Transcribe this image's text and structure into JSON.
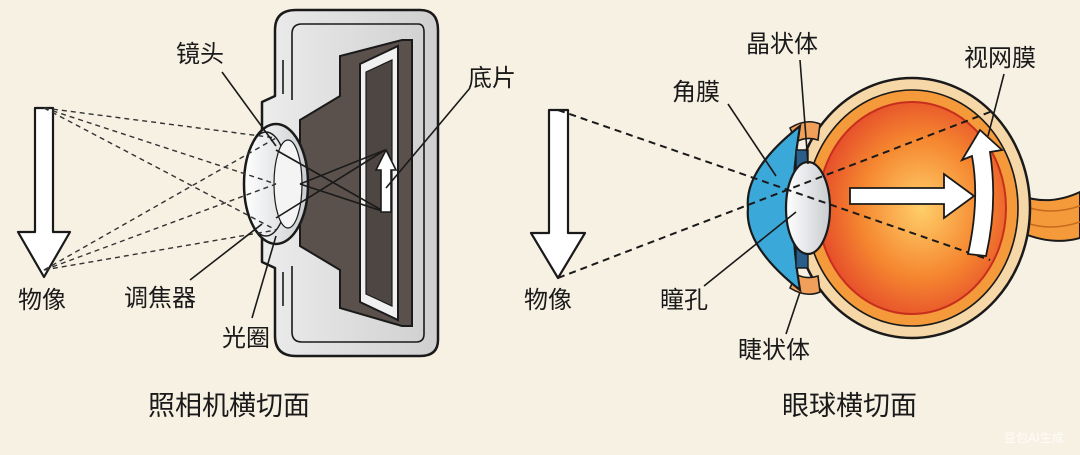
{
  "camera": {
    "labels": {
      "lens": "镜头",
      "film": "底片",
      "object": "物像",
      "focus": "调焦器",
      "aperture": "光圈"
    },
    "caption": "照相机横切面"
  },
  "eye": {
    "labels": {
      "crystalline_lens": "晶状体",
      "retina": "视网膜",
      "cornea": "角膜",
      "object": "物像",
      "pupil": "瞳孔",
      "ciliary_body": "睫状体"
    },
    "caption": "眼球横切面"
  },
  "watermark": "豆包AI生成",
  "colors": {
    "background": "#f7f1e3",
    "outline": "#1a1a1a",
    "cornea": "#3aa8d8",
    "retina": "#e9412b",
    "choroid": "#f49a3a",
    "sclera": "#f6d7a8"
  }
}
